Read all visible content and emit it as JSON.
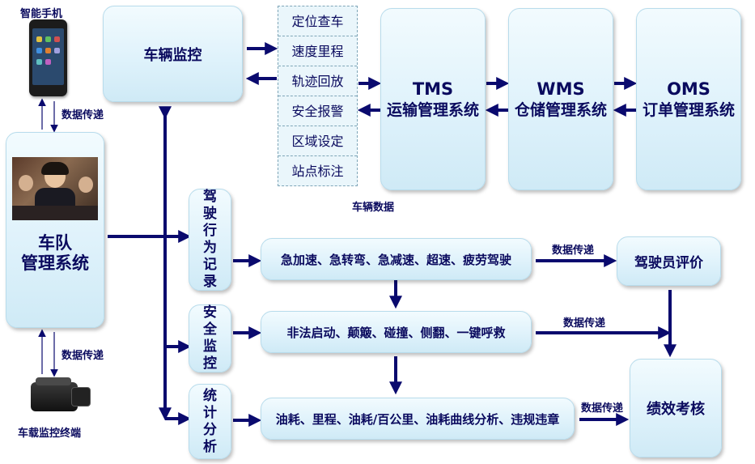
{
  "phone": {
    "label": "智能手机"
  },
  "terminal": {
    "label": "车载监控终端"
  },
  "fleet": {
    "line1": "车队",
    "line2": "管理系统"
  },
  "vehicle_monitor": {
    "label": "车辆监控"
  },
  "monitor_menu": [
    "定位查车",
    "速度里程",
    "轨迹回放",
    "安全报警",
    "区域设定",
    "站点标注"
  ],
  "vehicle_data": "车辆数据",
  "tms": {
    "code": "TMS",
    "name": "运输管理系统"
  },
  "wms": {
    "code": "WMS",
    "name": "仓储管理系统"
  },
  "oms": {
    "code": "OMS",
    "name": "订单管理系统"
  },
  "driving_record": {
    "chars": [
      "驾",
      "驶",
      "行",
      "为",
      "记",
      "录"
    ]
  },
  "safety_monitor": {
    "chars": [
      "安",
      "全",
      "监",
      "控"
    ]
  },
  "statistics": {
    "chars": [
      "统",
      "计",
      "分",
      "析"
    ]
  },
  "events": {
    "driving": "急加速、急转弯、急减速、超速、疲劳驾驶",
    "safety": "非法启动、颠簸、碰撞、侧翻、一键呼救",
    "stats": "油耗、里程、油耗/百公里、油耗曲线分析、违规违章"
  },
  "data_transfer": "数据传递",
  "driver_eval": "驾驶员评价",
  "performance": "绩效考核",
  "colors": {
    "arrow": "#0a0a6e",
    "text": "#0a0a5e"
  }
}
